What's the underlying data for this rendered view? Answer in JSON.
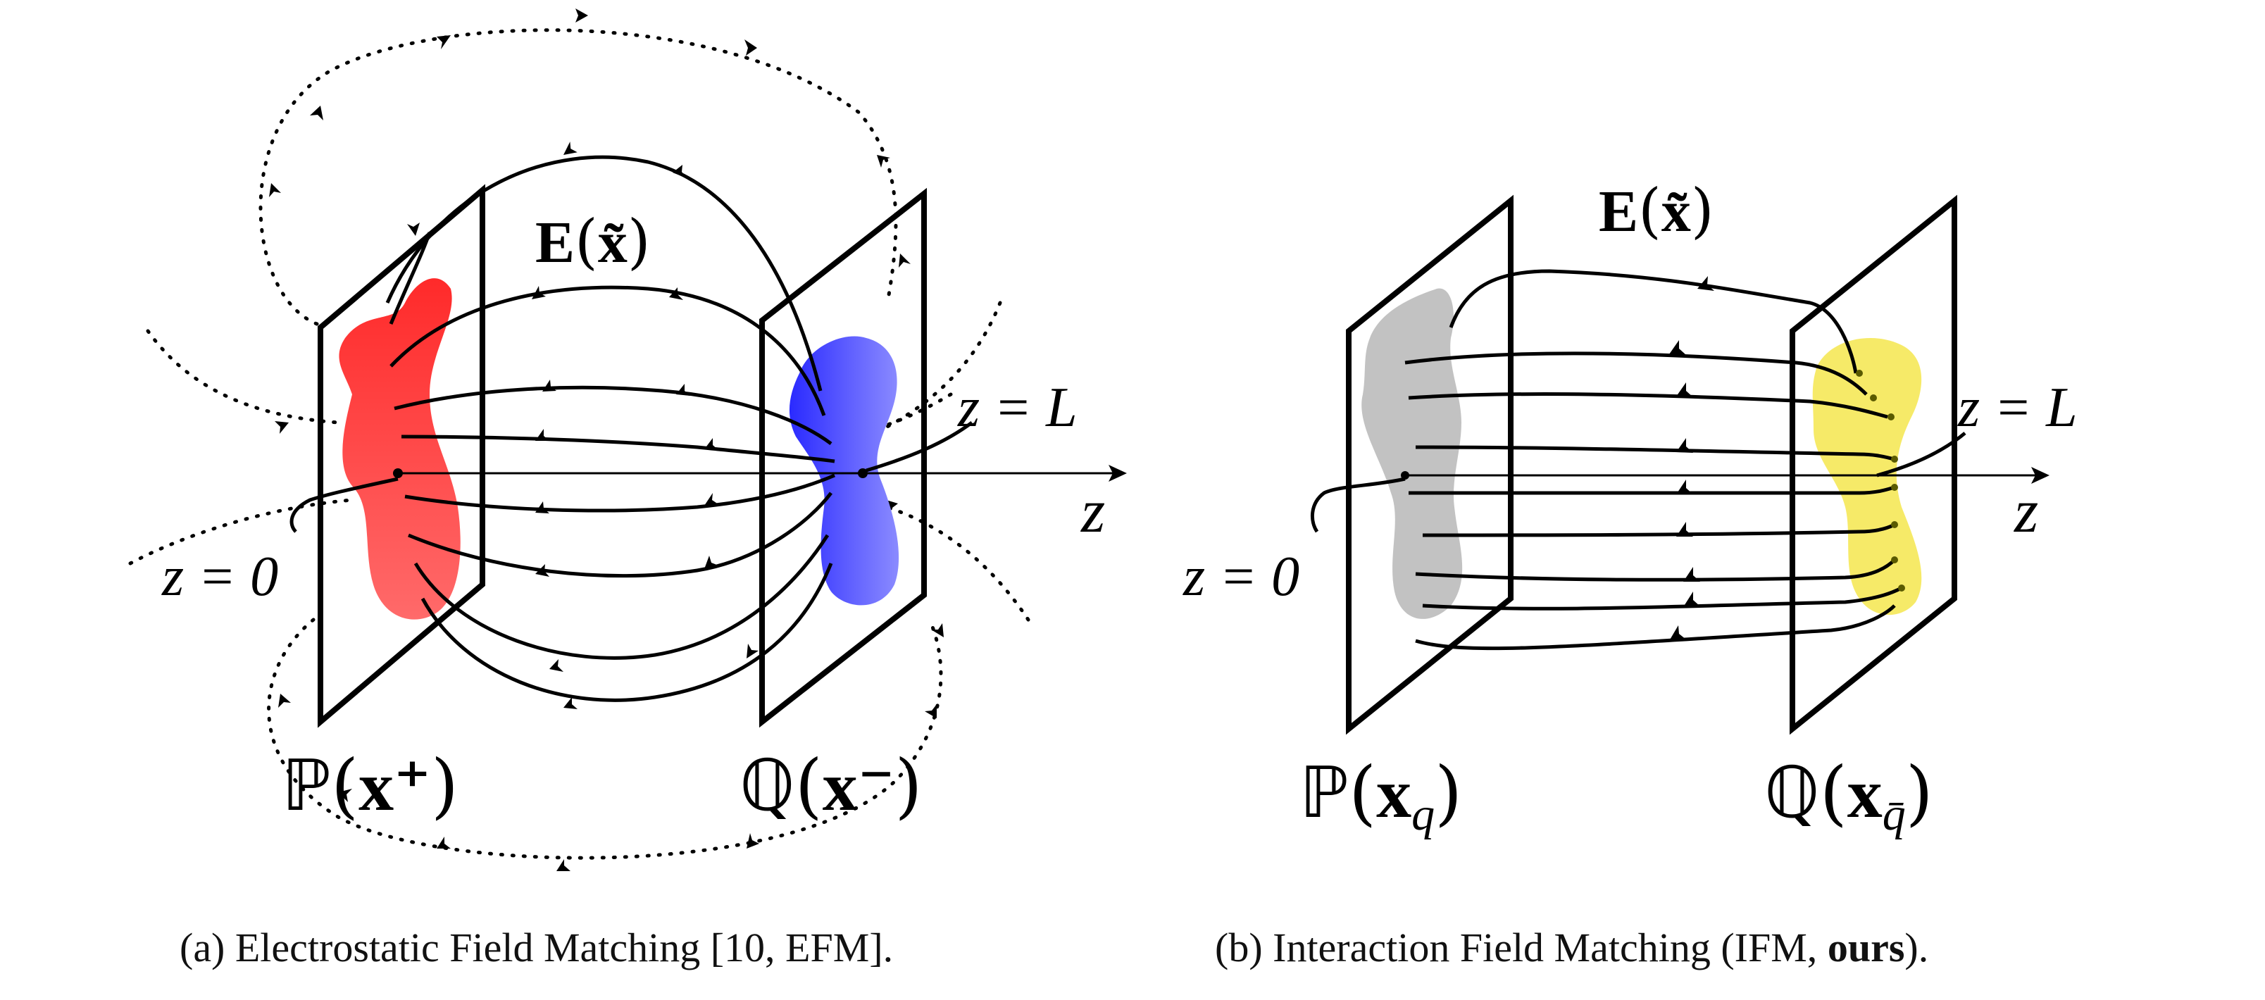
{
  "panel_a": {
    "field_label": "E(x̃)",
    "field_symbol": "E",
    "field_arg": "x̃",
    "z_end_label": "z = L",
    "z_start_label": "z = 0",
    "z_axis_label": "z",
    "source_label": "ℙ(x⁺)",
    "source_symbol": "ℙ",
    "source_arg": "x⁺",
    "target_label": "ℚ(x⁻)",
    "target_symbol": "ℚ",
    "target_arg": "x⁻",
    "caption": "(a) Electrostatic Field Matching [10, EFM].",
    "source_color": "#ff3b3b",
    "target_color": "#3d3dff"
  },
  "panel_b": {
    "field_label": "E(x̃)",
    "field_symbol": "E",
    "field_arg": "x̃",
    "z_end_label": "z = L",
    "z_start_label": "z = 0",
    "z_axis_label": "z",
    "source_label": "ℙ(x_q)",
    "source_symbol": "ℙ",
    "source_arg": "x",
    "source_sub": "q",
    "target_label": "ℚ(x_q̄)",
    "target_symbol": "ℚ",
    "target_arg": "x",
    "target_sub": "q̄",
    "caption_prefix": "(b) Interaction Field Matching (IFM, ",
    "caption_bold": "ours",
    "caption_suffix": ").",
    "source_color": "#9a9a9a",
    "target_color": "#f5ea60"
  }
}
